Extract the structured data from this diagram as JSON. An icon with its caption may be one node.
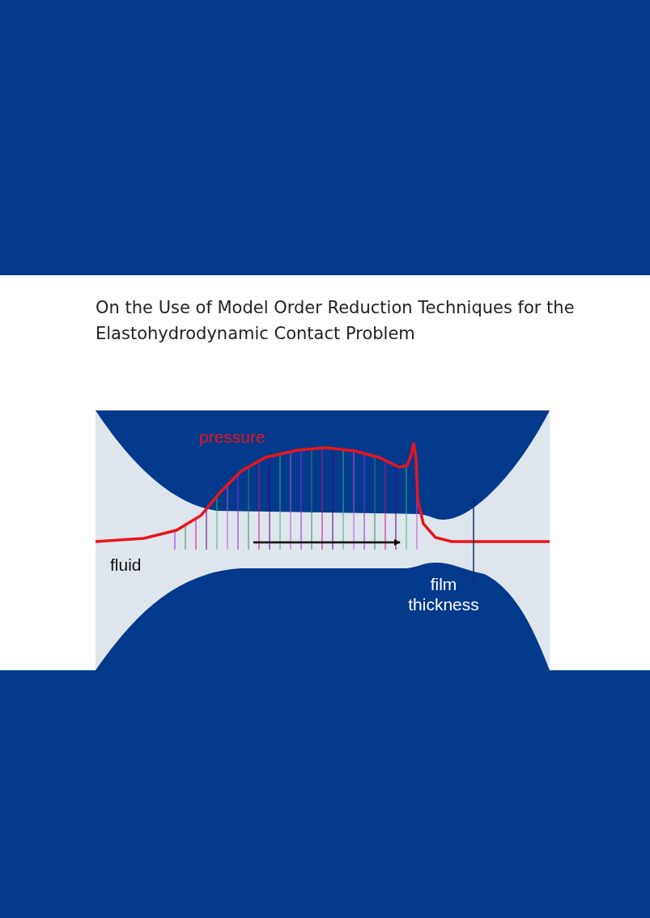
{
  "diagram": {
    "title": "On the Use of Model Order Reduction Techniques for the Elastohydrodynamic Contact Problem",
    "labels": [
      "pressure",
      "fluid",
      "film thickness"
    ]
  }
}
